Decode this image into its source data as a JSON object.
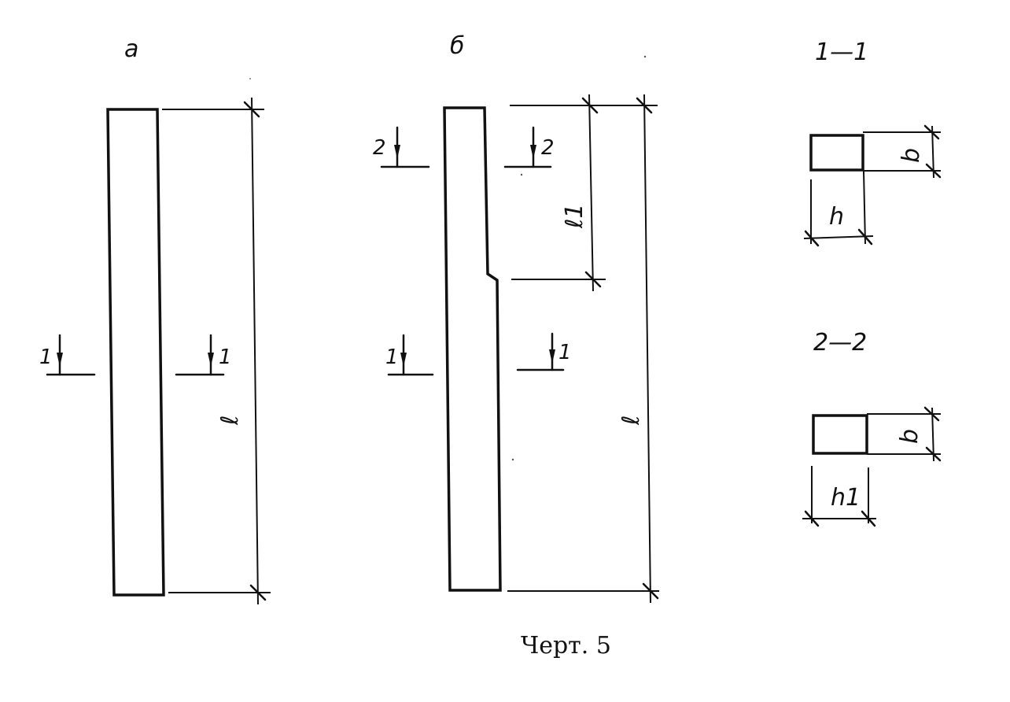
{
  "views": {
    "a": {
      "label": "а"
    },
    "b": {
      "label": "б"
    }
  },
  "sections": {
    "s1": {
      "title": "1—1"
    },
    "s2": {
      "title": "2—2"
    }
  },
  "section_marks": {
    "one": "1",
    "two": "2"
  },
  "dimensions": {
    "length": "ℓ",
    "length_upper": "ℓ1",
    "width": "b",
    "height": "h",
    "height_upper": "h1"
  },
  "caption": "Черт. 5"
}
